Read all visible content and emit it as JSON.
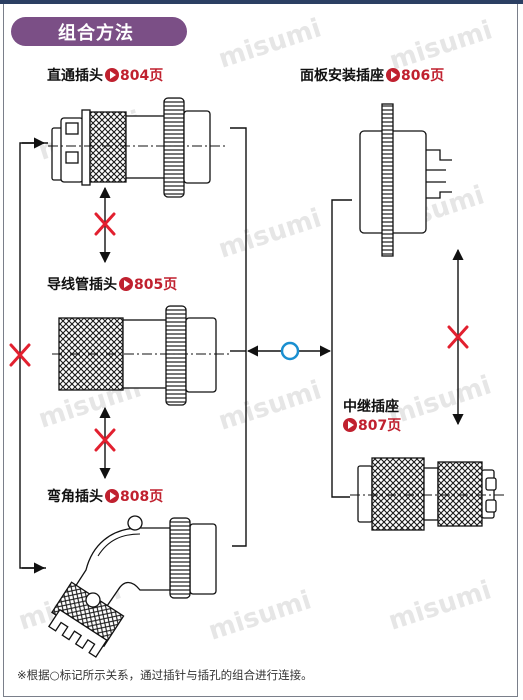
{
  "title": "组合方法",
  "watermark": "misumi",
  "accent_color": "#7b4f86",
  "ref_color": "#c0212f",
  "connectors": {
    "straight_plug": {
      "name": "直通插头",
      "ref": "804页"
    },
    "cable_plug": {
      "name": "导线管插头",
      "ref": "805页"
    },
    "angle_plug": {
      "name": "弯角插头",
      "ref": "808页"
    },
    "panel_socket": {
      "name": "面板安装插座",
      "ref": "806页"
    },
    "relay_socket": {
      "name_line1": "中继插座",
      "ref": "807页"
    }
  },
  "footnote": "※根据○标记所示关系，通过插针与插孔的组合进行连接。"
}
